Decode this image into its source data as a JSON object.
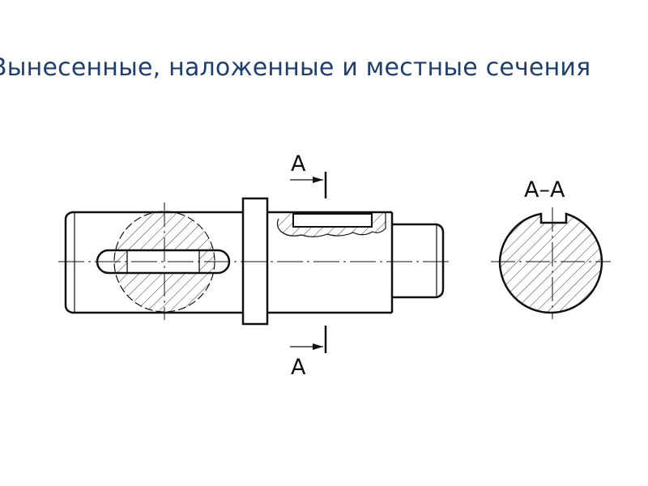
{
  "slide": {
    "title": "Вынесенные, наложенные и местные сечения"
  },
  "drawing": {
    "cut_plane_label_top": "A",
    "cut_plane_label_bottom": "A",
    "section_label": "A–A"
  }
}
